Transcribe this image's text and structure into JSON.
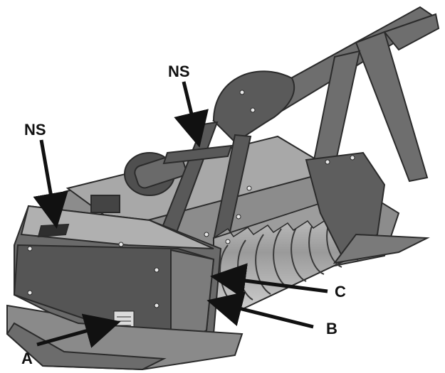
{
  "colors": {
    "background": "#ffffff",
    "outline": "#2b2b2b",
    "panel_dark": "#5a5a5a",
    "panel_mid": "#8c8c8c",
    "panel_light": "#bdbdbd",
    "callout": "#111111"
  },
  "callouts": {
    "ns_top": "NS",
    "ns_left": "NS",
    "c": "C",
    "b": "B",
    "a": "A"
  }
}
